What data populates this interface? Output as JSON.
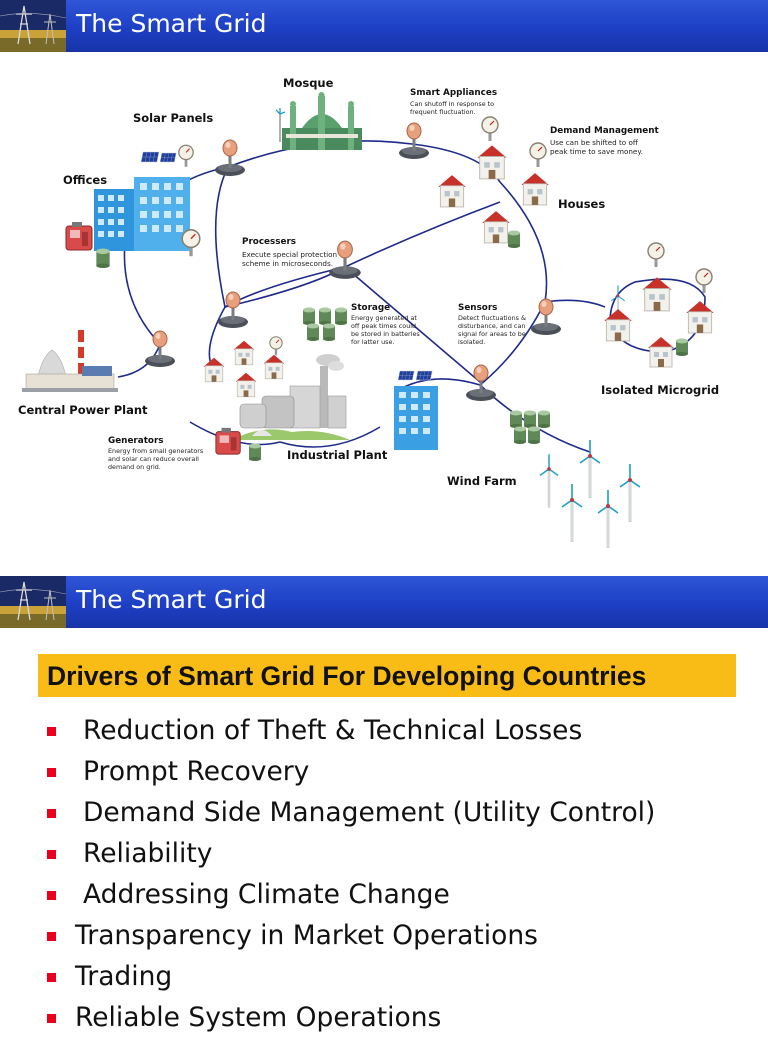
{
  "slide1": {
    "header_title": "The Smart Grid",
    "labels": {
      "mosque": "Mosque",
      "solar_panels": "Solar Panels",
      "offices": "Offices",
      "smart_appliances": "Smart Appliances",
      "smart_appliances_desc": "Can shutoff in response to\nfrequent fluctuation.",
      "demand_management": "Demand Management",
      "demand_management_desc": "Use can be shifted to off\npeak time to save money.",
      "houses": "Houses",
      "processors": "Processers",
      "processors_desc": "Execute special protection\nscheme in microseconds.",
      "storage": "Storage",
      "storage_desc": "Energy generated at\noff peak times could\nbe stored in batteries\nfor latter use.",
      "sensors": "Sensors",
      "sensors_desc": "Detect fluctuations &\ndisturbance, and can\nsignal for areas to be\nisolated.",
      "isolated_microgrid": "Isolated Microgrid",
      "central_power_plant": "Central Power Plant",
      "generators": "Generators",
      "generators_desc": "Energy from small generators\nand solar can reduce overall\ndemand on grid.",
      "industrial_plant": "Industrial Plant",
      "wind_farm": "Wind Farm"
    }
  },
  "slide2": {
    "header_title": "The Smart Grid",
    "banner": "Drivers of Smart Grid For Developing Countries",
    "bullets": [
      "Reduction of Theft & Technical Losses",
      "Prompt Recovery",
      "Demand Side Management (Utility Control)",
      "Reliability",
      "Addressing Climate Change",
      "Transparency in Market Operations",
      "Trading",
      "Reliable System Operations"
    ]
  },
  "colors": {
    "header_blue": "#1f43c8",
    "banner_yellow": "#f9bb16",
    "bullet_red": "#e8001c"
  }
}
